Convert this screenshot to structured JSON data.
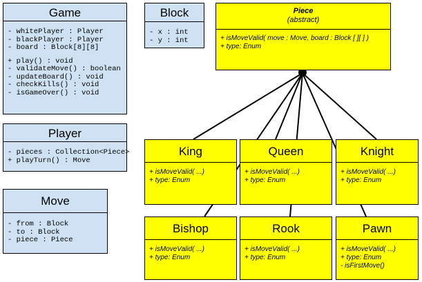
{
  "classes": {
    "game": {
      "name": "Game",
      "attributes": [
        "- whitePlayer : Player",
        "- blackPlayer : Player",
        "- board : Block[8][8]"
      ],
      "methods": [
        "+ play() : void",
        "- validateMove() : boolean",
        "- updateBoard() : void",
        "- checkKills() : void",
        "- isGameOver() : void"
      ]
    },
    "player": {
      "name": "Player",
      "members": [
        "- pieces : Collection<Piece>",
        "+ playTurn() : Move"
      ]
    },
    "move": {
      "name": "Move",
      "members": [
        "- from : Block",
        "- to : Block",
        "- piece : Piece"
      ]
    },
    "block": {
      "name": "Block",
      "members": [
        "- x : int",
        "- y : int"
      ]
    },
    "piece": {
      "name": "Piece",
      "stereotype": "(abstract)",
      "members": [
        "+ isMoveValid( move : Move, board : Block [ ][ ] )",
        "+ type: Enum"
      ]
    },
    "king": {
      "name": "King",
      "members": [
        "+ isMoveValid( ...)",
        "+ type: Enum"
      ]
    },
    "queen": {
      "name": "Queen",
      "members": [
        "+ isMoveValid( ...)",
        "+ type: Enum"
      ]
    },
    "knight": {
      "name": "Knight",
      "members": [
        "+ isMoveValid( ...)",
        "+ type: Enum"
      ]
    },
    "bishop": {
      "name": "Bishop",
      "members": [
        "+ isMoveValid( ...)",
        "+ type: Enum"
      ]
    },
    "rook": {
      "name": "Rook",
      "members": [
        "+ isMoveValid( ...)",
        "+ type: Enum"
      ]
    },
    "pawn": {
      "name": "Pawn",
      "members": [
        "+ isMoveValid( ...)",
        "+ type: Enum",
        "- isFirstMove()"
      ]
    }
  },
  "relations": [
    {
      "from": "King",
      "to": "Piece",
      "type": "inheritance"
    },
    {
      "from": "Queen",
      "to": "Piece",
      "type": "inheritance"
    },
    {
      "from": "Knight",
      "to": "Piece",
      "type": "inheritance"
    },
    {
      "from": "Bishop",
      "to": "Piece",
      "type": "inheritance"
    },
    {
      "from": "Rook",
      "to": "Piece",
      "type": "inheritance"
    },
    {
      "from": "Pawn",
      "to": "Piece",
      "type": "inheritance"
    }
  ],
  "colors": {
    "data_class_fill": "#cfe2f3",
    "piece_class_fill": "#ffff00",
    "line": "#000000"
  }
}
